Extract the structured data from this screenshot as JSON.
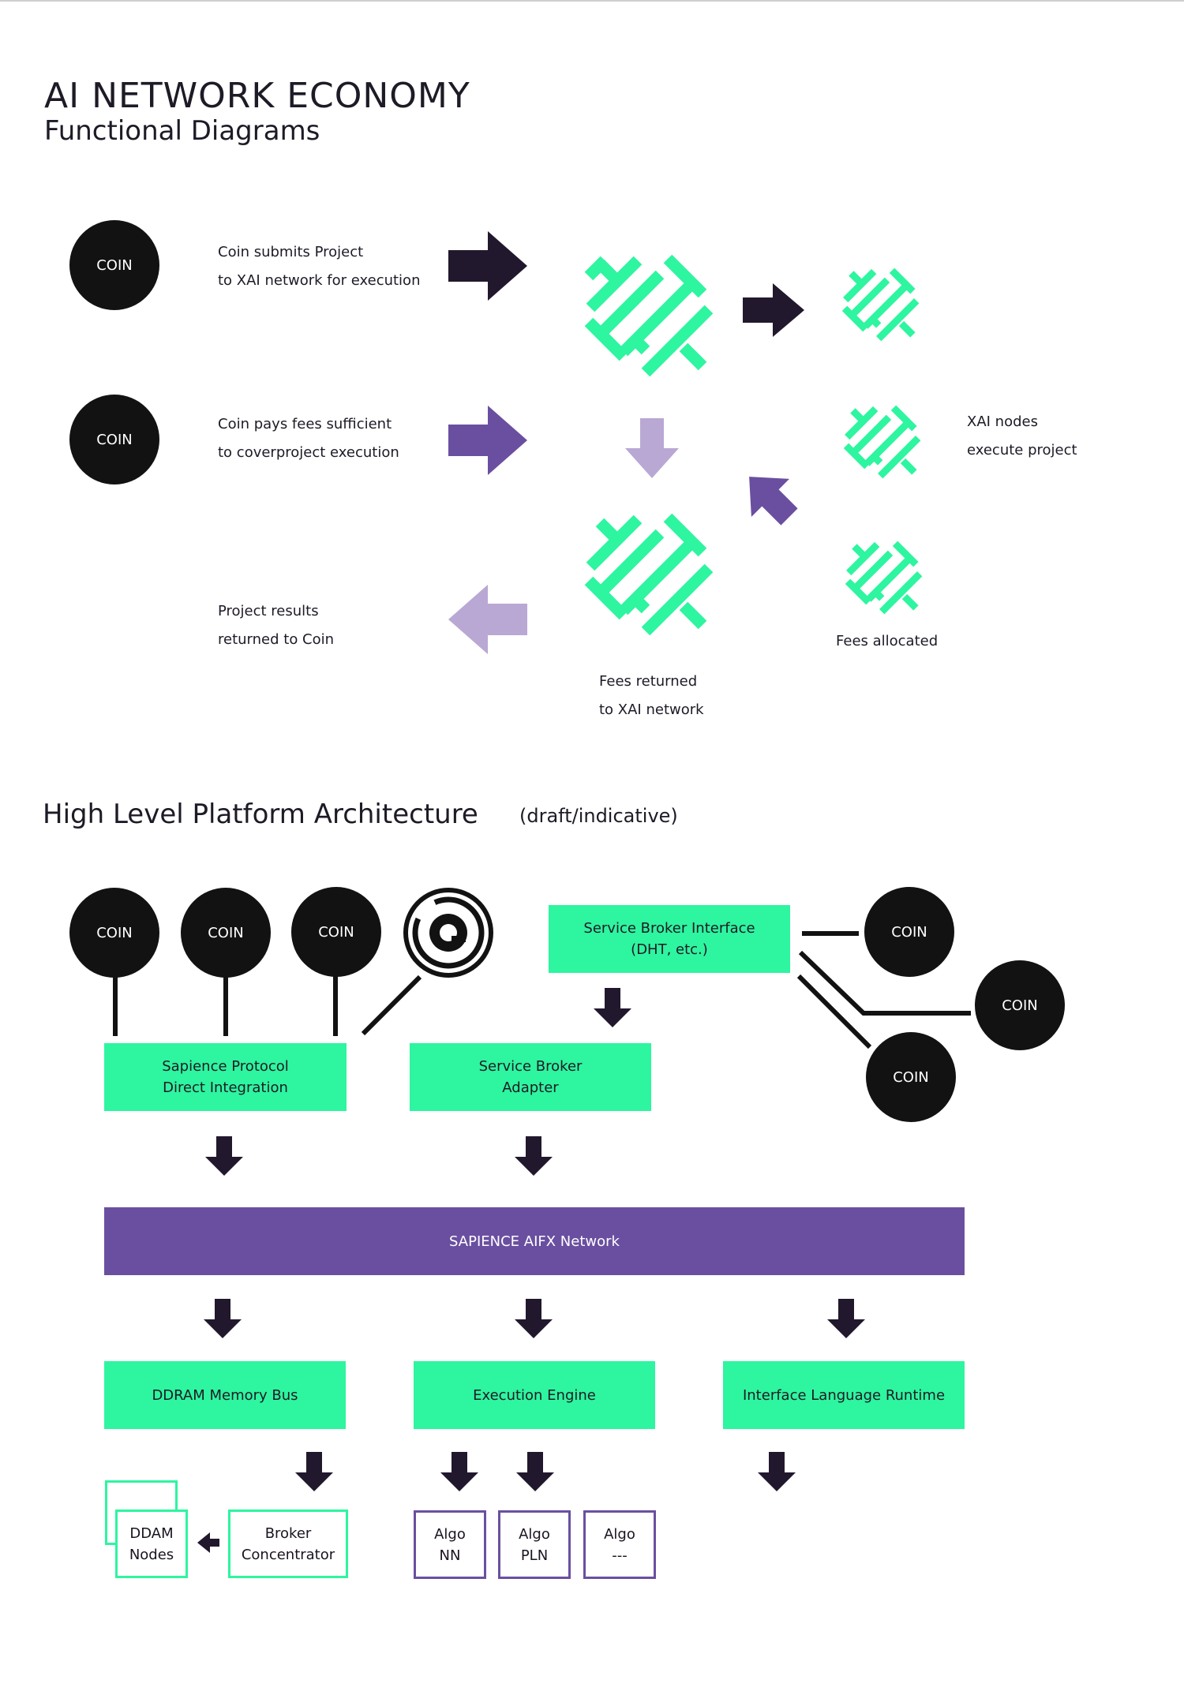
{
  "header": {
    "title": "AI NETWORK ECONOMY",
    "subtitle": "Functional Diagrams"
  },
  "flow": {
    "coin_label": "COIN",
    "step1": [
      "Coin submits Project",
      "to XAI network for execution"
    ],
    "step2": [
      "Coin pays fees sufficient",
      "to coverproject execution"
    ],
    "step3": [
      "Project results",
      "returned to Coin"
    ],
    "nodes_label": [
      "XAI nodes",
      "execute project"
    ],
    "fees_allocated": "Fees allocated",
    "fees_returned": [
      "Fees returned",
      "to XAI network"
    ]
  },
  "architecture": {
    "title": "High Level Platform Architecture",
    "note": "(draft/indicative)",
    "coin_label": "COIN",
    "sapience_protocol": [
      "Sapience Protocol",
      "Direct Integration"
    ],
    "service_broker_adapter": [
      "Service Broker",
      "Adapter"
    ],
    "service_broker_interface": [
      "Service Broker Interface",
      "(DHT, etc.)"
    ],
    "network": "SAPIENCE AIFX Network",
    "ddram": "DDRAM Memory Bus",
    "execution_engine": "Execution Engine",
    "interface_runtime": "Interface Language Runtime",
    "ddam_nodes": [
      "DDAM",
      "Nodes"
    ],
    "broker_concentrator": [
      "Broker",
      "Concentrator"
    ],
    "algos": [
      [
        "Algo",
        "NN"
      ],
      [
        "Algo",
        "PLN"
      ],
      [
        "Algo",
        "---"
      ]
    ]
  },
  "colors": {
    "green": "#2ef59f",
    "purple": "#6a4fa0",
    "light_purple": "#b9a8d4",
    "dark": "#1e1a26"
  },
  "icons": [
    "xai-network-icon",
    "sapience-logo-icon",
    "arrow-right-icon",
    "arrow-down-icon",
    "arrow-left-icon",
    "arrow-diagonal-icon"
  ]
}
